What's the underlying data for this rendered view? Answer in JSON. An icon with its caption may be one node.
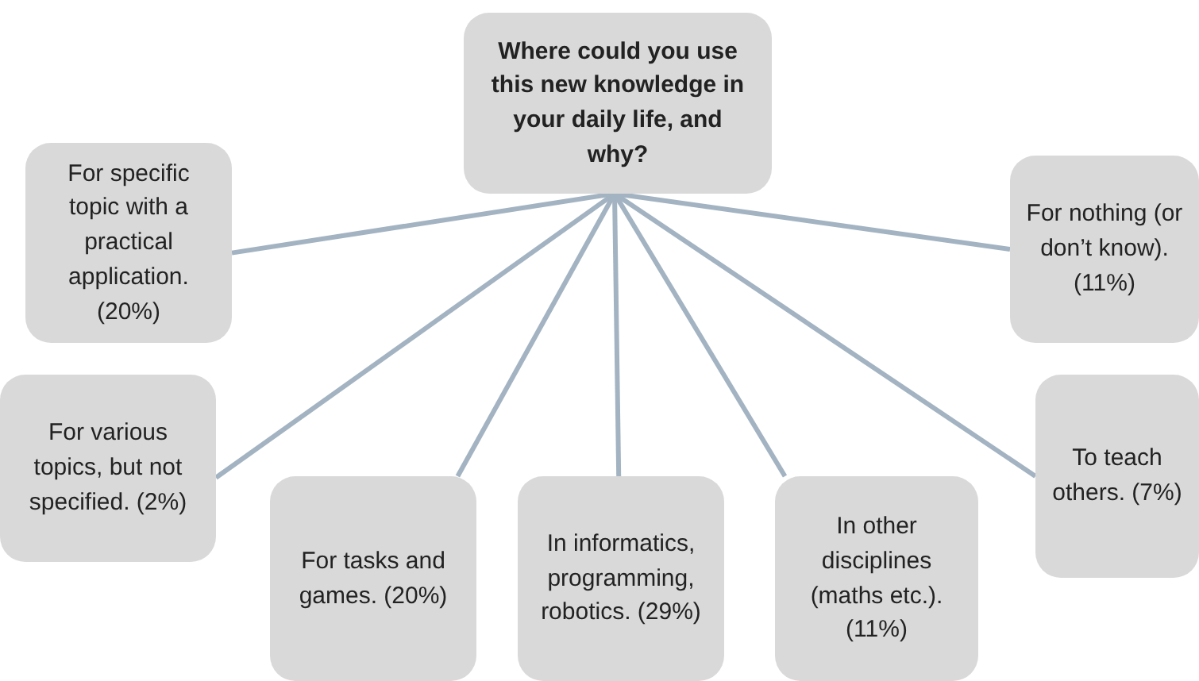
{
  "diagram": {
    "nodes": [
      {
        "text": [
          "Where could you use this new knowledge in your daily life, and why?"
        ]
      },
      {
        "text": [
          "For specific topic with a practical application. (20%)"
        ]
      },
      {
        "text": [
          "For nothing (or don’t know). (11%)"
        ]
      },
      {
        "text": [
          "For various topics, but not specified. (2%)"
        ]
      },
      {
        "text": [
          "For tasks and games. (20%)"
        ]
      },
      {
        "text": [
          "In informatics, programming, robotics. (29%)"
        ]
      },
      {
        "text": [
          "In other disciplines (maths etc.). (11%)"
        ]
      },
      {
        "text": [
          "To teach others. (7%)"
        ]
      }
    ],
    "edges": [
      {
        "from": 0,
        "to": 1,
        "arrow": "none"
      },
      {
        "from": 0,
        "to": 2,
        "arrow": "none"
      },
      {
        "from": 0,
        "to": 3,
        "arrow": "none"
      },
      {
        "from": 0,
        "to": 4,
        "arrow": "none"
      },
      {
        "from": 0,
        "to": 5,
        "arrow": "none"
      },
      {
        "from": 0,
        "to": 6,
        "arrow": "none"
      },
      {
        "from": 0,
        "to": 7,
        "arrow": "none"
      }
    ]
  }
}
